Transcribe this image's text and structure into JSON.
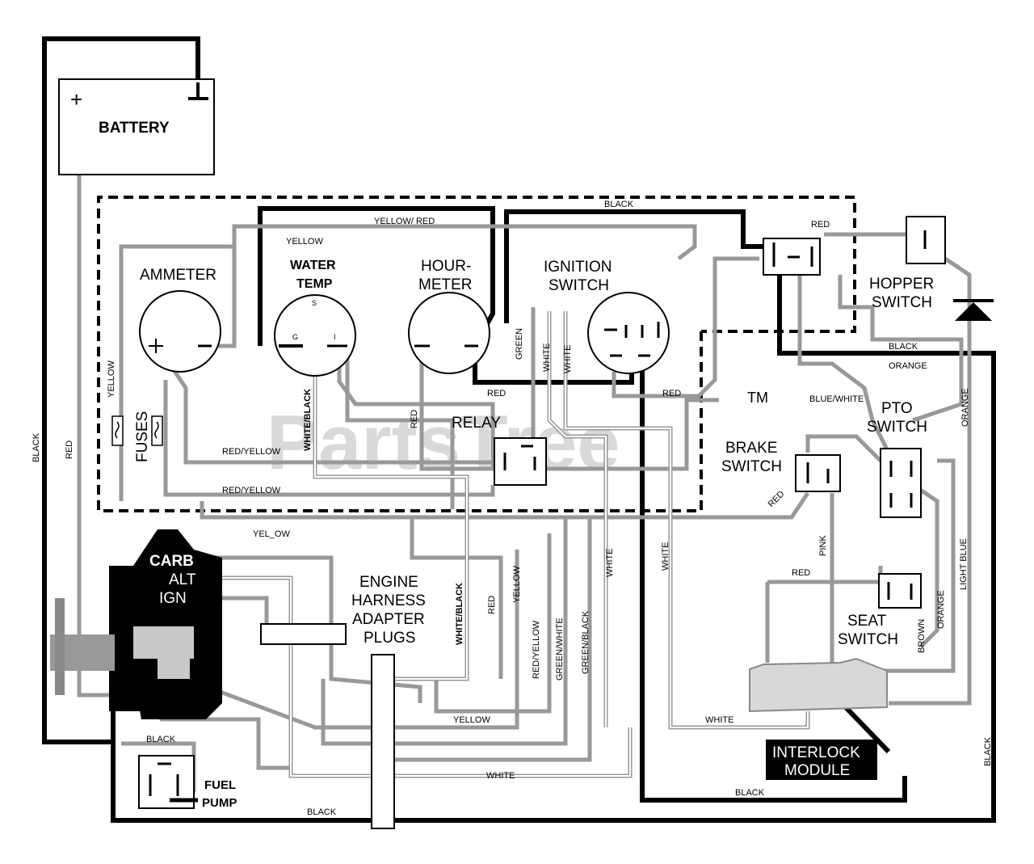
{
  "watermark": {
    "text": "PartsTree",
    "tm": "TM"
  },
  "components": {
    "battery": "BATTERY",
    "battery_plus": "+",
    "ammeter": "AMMETER",
    "water_temp_1": "WATER",
    "water_temp_2": "TEMP",
    "hour_meter_1": "HOUR-",
    "hour_meter_2": "METER",
    "ignition_switch_1": "IGNITION",
    "ignition_switch_2": "SWITCH",
    "hopper_switch_1": "HOPPER",
    "hopper_switch_2": "SWITCH",
    "pto_switch_1": "PTO",
    "pto_switch_2": "SWITCH",
    "brake_switch_1": "BRAKE",
    "brake_switch_2": "SWITCH",
    "seat_switch_1": "SEAT",
    "seat_switch_2": "SWITCH",
    "relay": "RELAY",
    "fuses": "FUSES",
    "engine_harness_1": "ENGINE",
    "engine_harness_2": "HARNESS",
    "engine_harness_3": "ADAPTER",
    "engine_harness_4": "PLUGS",
    "interlock_1": "INTERLOCK",
    "interlock_2": "MODULE",
    "fuel_pump_1": "FUEL",
    "fuel_pump_2": "PUMP",
    "carb": "CARB",
    "alt": "ALT",
    "ign": "IGN",
    "gauge_s": "S",
    "gauge_g": "G",
    "gauge_i": "I"
  },
  "wires": {
    "black_left": "BLACK",
    "red_left": "RED",
    "yellow_left": "YELLOW",
    "black_top": "BLACK",
    "yellow_red": "YELLOW/ RED",
    "yellow_top": "YELLOW",
    "red_hopper": "RED",
    "black_right": "BLACK",
    "orange_right": "ORANGE",
    "blue_white": "BLUE/WHITE",
    "orange_vertical": "ORANGE",
    "green": "GREEN",
    "white_ign1": "WHITE",
    "white_ign2": "WHITE",
    "red_ign1": "RED",
    "red_ign2": "RED",
    "white_black_temp": "WHITE/BLACK",
    "red_relay": "RED",
    "red_yellow_1": "RED/YELLOW",
    "red_yellow_2": "RED/YELLOW",
    "yellow_mid": "YEL_OW",
    "red_brake": "RED",
    "white_mid1": "WHITE",
    "white_mid2": "WHITE",
    "pink": "PINK",
    "red_seat": "RED",
    "orange_seat": "ORANGE",
    "light_blue": "LIGHT BLUE",
    "brown": "BROWN",
    "white_black_plug": "WHITE/BLACK",
    "red_plug": "RED",
    "yellow_plug": "YELLOW",
    "red_yellow_plug": "RED/YELLOW",
    "green_white": "GREEN/WHITE",
    "green_black": "GREEN/BLACK",
    "yellow_bottom": "YELLOW",
    "white_interlock": "WHITE",
    "white_bottom": "WHITE",
    "black_bottom": "BLACK",
    "black_pump": "BLACK",
    "black_interlock": "BLACK",
    "black_far_right": "BLACK"
  }
}
